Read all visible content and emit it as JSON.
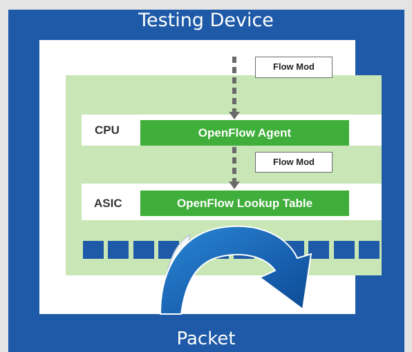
{
  "diagram": {
    "title": "Testing Device",
    "messages": {
      "top": "Flow Mod",
      "middle": "Flow Mod"
    },
    "cpu": {
      "label": "CPU",
      "component": "OpenFlow Agent"
    },
    "asic": {
      "label": "ASIC",
      "component": "OpenFlow Lookup Table"
    },
    "port_count": 12,
    "footer": "Packet",
    "colors": {
      "frame_blue": "#1e5aa8",
      "panel_green": "#c9e6b6",
      "component_green": "#3fae3a",
      "arrow_gray": "#6a6a6a"
    }
  }
}
